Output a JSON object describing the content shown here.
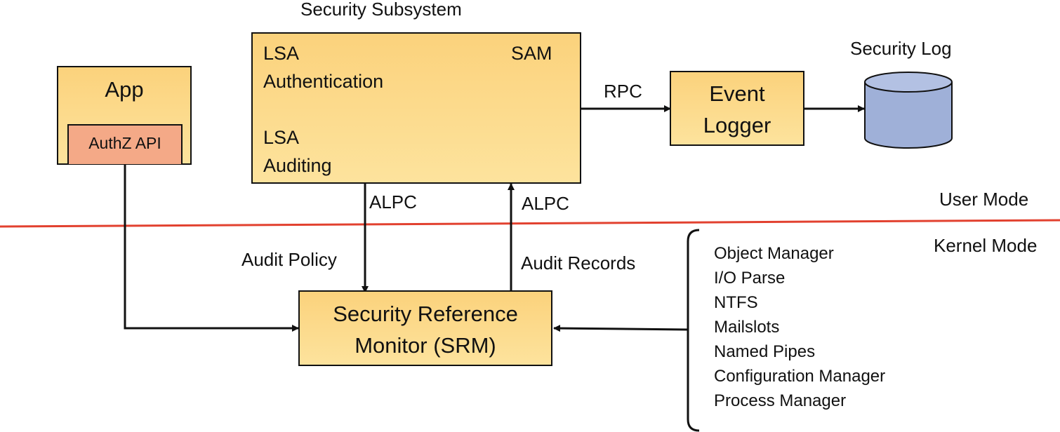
{
  "subsystem": {
    "title": "Security Subsystem",
    "lsa_auth_line1": "LSA",
    "lsa_auth_line2": "Authentication",
    "sam": "SAM",
    "lsa_audit_line1": "LSA",
    "lsa_audit_line2": "Auditing"
  },
  "app": {
    "title": "App",
    "api": "AuthZ API"
  },
  "event_logger": {
    "line1": "Event",
    "line2": "Logger"
  },
  "security_log": {
    "label": "Security Log"
  },
  "srm": {
    "line1": "Security Reference",
    "line2": "Monitor (SRM)"
  },
  "edges": {
    "rpc": "RPC",
    "alpc_down": "ALPC",
    "alpc_up": "ALPC",
    "audit_policy": "Audit Policy",
    "audit_records": "Audit Records"
  },
  "modes": {
    "user": "User Mode",
    "kernel": "Kernel Mode"
  },
  "kernel_components": [
    "Object Manager",
    "I/O Parse",
    "NTFS",
    "Mailslots",
    "Named Pipes",
    "Configuration Manager",
    "Process Manager"
  ],
  "colors": {
    "box_fill": "#fbd27c",
    "api_fill": "#f4a987",
    "cylinder_fill": "#9fb0d8",
    "divider": "#e2412f",
    "line": "#111111"
  }
}
